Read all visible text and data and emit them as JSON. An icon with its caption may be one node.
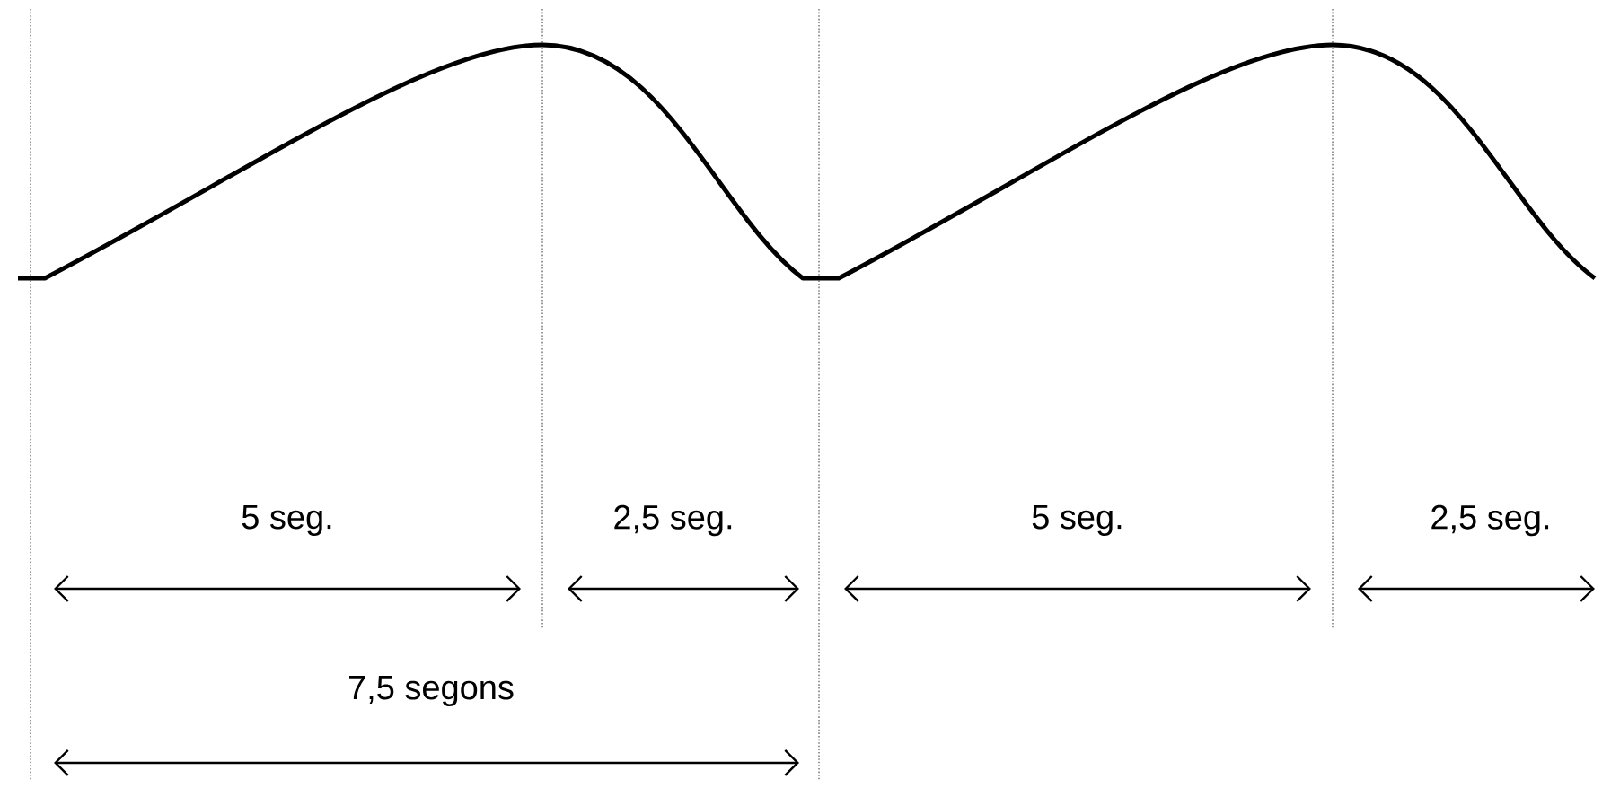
{
  "diagram": {
    "labels": [
      "5 seg.",
      "2,5 seg.",
      "5 seg.",
      "2,5 seg.",
      "7,5 segons"
    ]
  }
}
